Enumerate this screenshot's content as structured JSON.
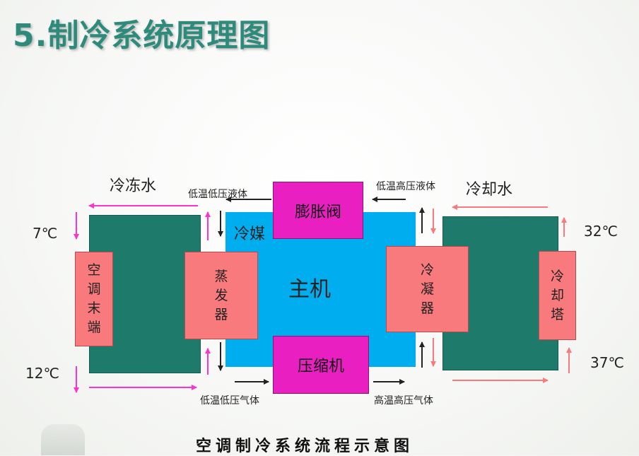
{
  "title": "5.制冷系统原理图",
  "caption": "空调制冷系统流程示意图",
  "components": {
    "main_unit": "主机",
    "expansion_valve": "膨胀阀",
    "compressor": "压缩机",
    "evaporator": "蒸发器",
    "condenser": "冷凝器",
    "air_terminal": "空调末端",
    "cooling_tower": "冷却塔",
    "refrigerant": "冷媒"
  },
  "water": {
    "chilled_water": "冷冻水",
    "cooling_water": "冷却水"
  },
  "states": {
    "low_temp_low_pressure_liquid": "低温低压液体",
    "low_temp_high_pressure_liquid": "低温高压液体",
    "low_temp_low_pressure_gas": "低温低压气体",
    "high_temp_high_pressure_gas": "高温高压气体"
  },
  "temperatures": {
    "chilled_supply": "7℃",
    "chilled_return": "12℃",
    "cooling_supply": "32℃",
    "cooling_return": "37℃"
  },
  "colors": {
    "title": "#2e8b7b",
    "main_unit": "#00adee",
    "water_loop": "#1e7a6b",
    "heat_exchanger": "#f87a7d",
    "valve_compressor": "#ea1fc2",
    "chilled_arrow": "#ff33cc",
    "cooling_arrow": "#f87a7d",
    "refrigerant_arrow": "#222222"
  }
}
